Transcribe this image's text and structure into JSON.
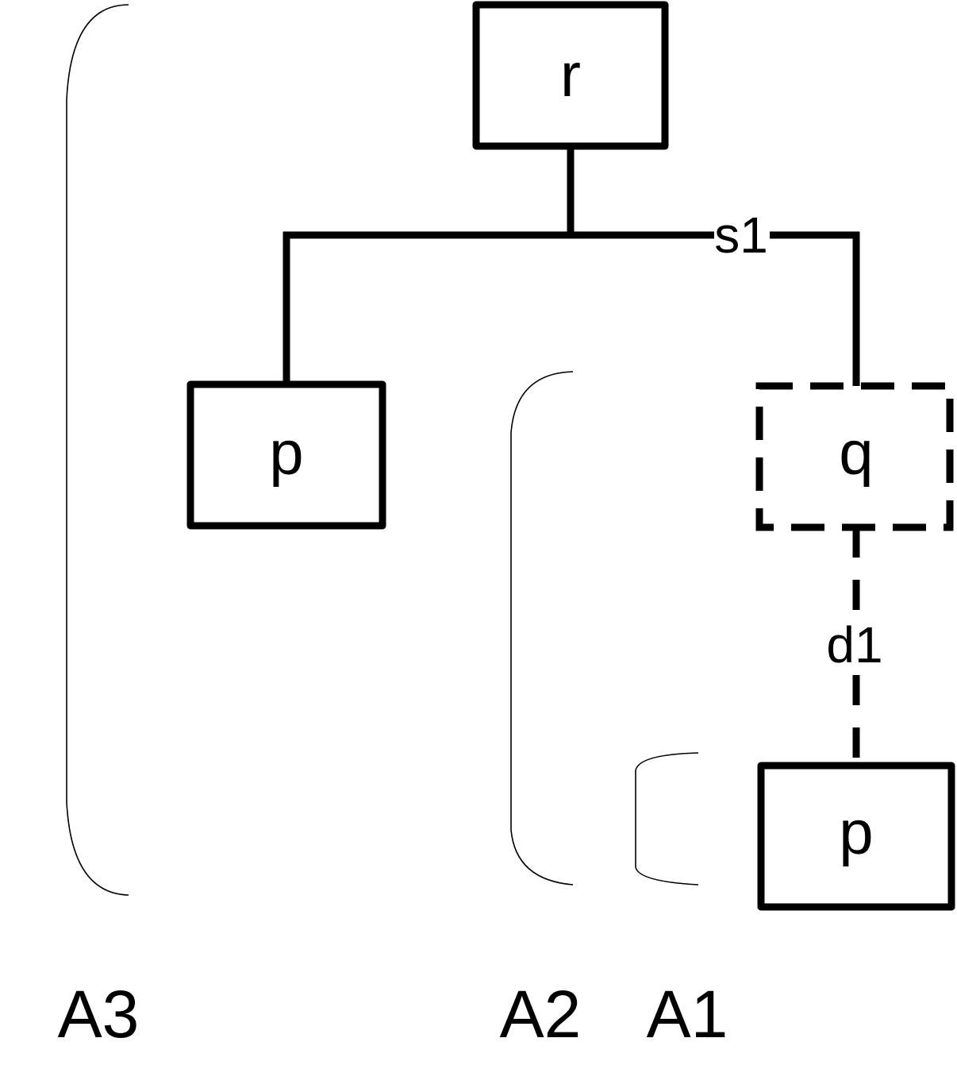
{
  "nodes": {
    "root": {
      "label": "r"
    },
    "left_child": {
      "label": "p"
    },
    "right_child": {
      "label": "q"
    },
    "bottom_child": {
      "label": "p"
    }
  },
  "edges": {
    "s1": {
      "label": "s1"
    },
    "d1": {
      "label": "d1"
    }
  },
  "brackets": {
    "a3": {
      "label": "A3"
    },
    "a2": {
      "label": "A2"
    },
    "a1": {
      "label": "A1"
    }
  }
}
